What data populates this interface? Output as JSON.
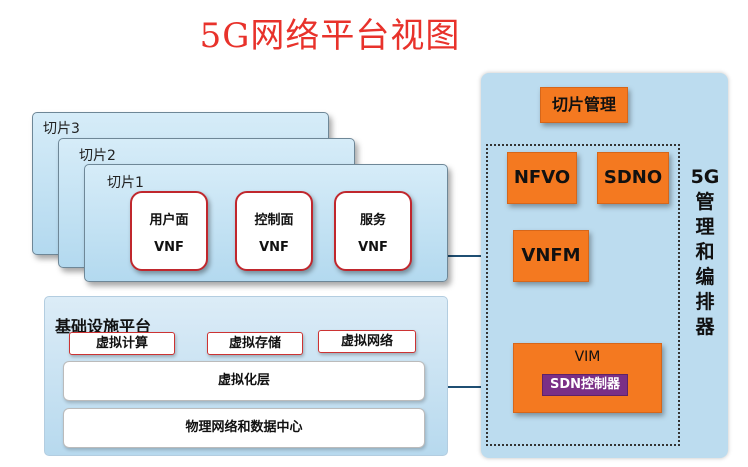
{
  "title": "5G网络平台视图",
  "slices": {
    "slice3_label": "切片3",
    "slice2_label": "切片2",
    "slice1_label": "切片1",
    "vnfs": [
      {
        "name": "用户面",
        "type": "VNF"
      },
      {
        "name": "控制面",
        "type": "VNF"
      },
      {
        "name": "服务",
        "type": "VNF"
      }
    ]
  },
  "infrastructure": {
    "title": "基础设施平台",
    "virtual_resources": [
      "虚拟计算",
      "虚拟存储",
      "虚拟网络"
    ],
    "virtualization_layer": "虚拟化层",
    "physical_layer": "物理网络和数据中心"
  },
  "management": {
    "slice_management": "切片管理",
    "nfvo": "NFVO",
    "sdno": "SDNO",
    "vnfm": "VNFM",
    "vim": "VIM",
    "sdn_controller": "SDN控制器",
    "side_label_chars": [
      "5G",
      "管",
      "理",
      "和",
      "编",
      "排",
      "器"
    ]
  },
  "colors": {
    "title": "#e8322b",
    "orange_box": "#f47920",
    "sdn_controller": "#7a2f86",
    "slice_fill": "#c5e3f4",
    "management_panel": "#bcdcef"
  }
}
